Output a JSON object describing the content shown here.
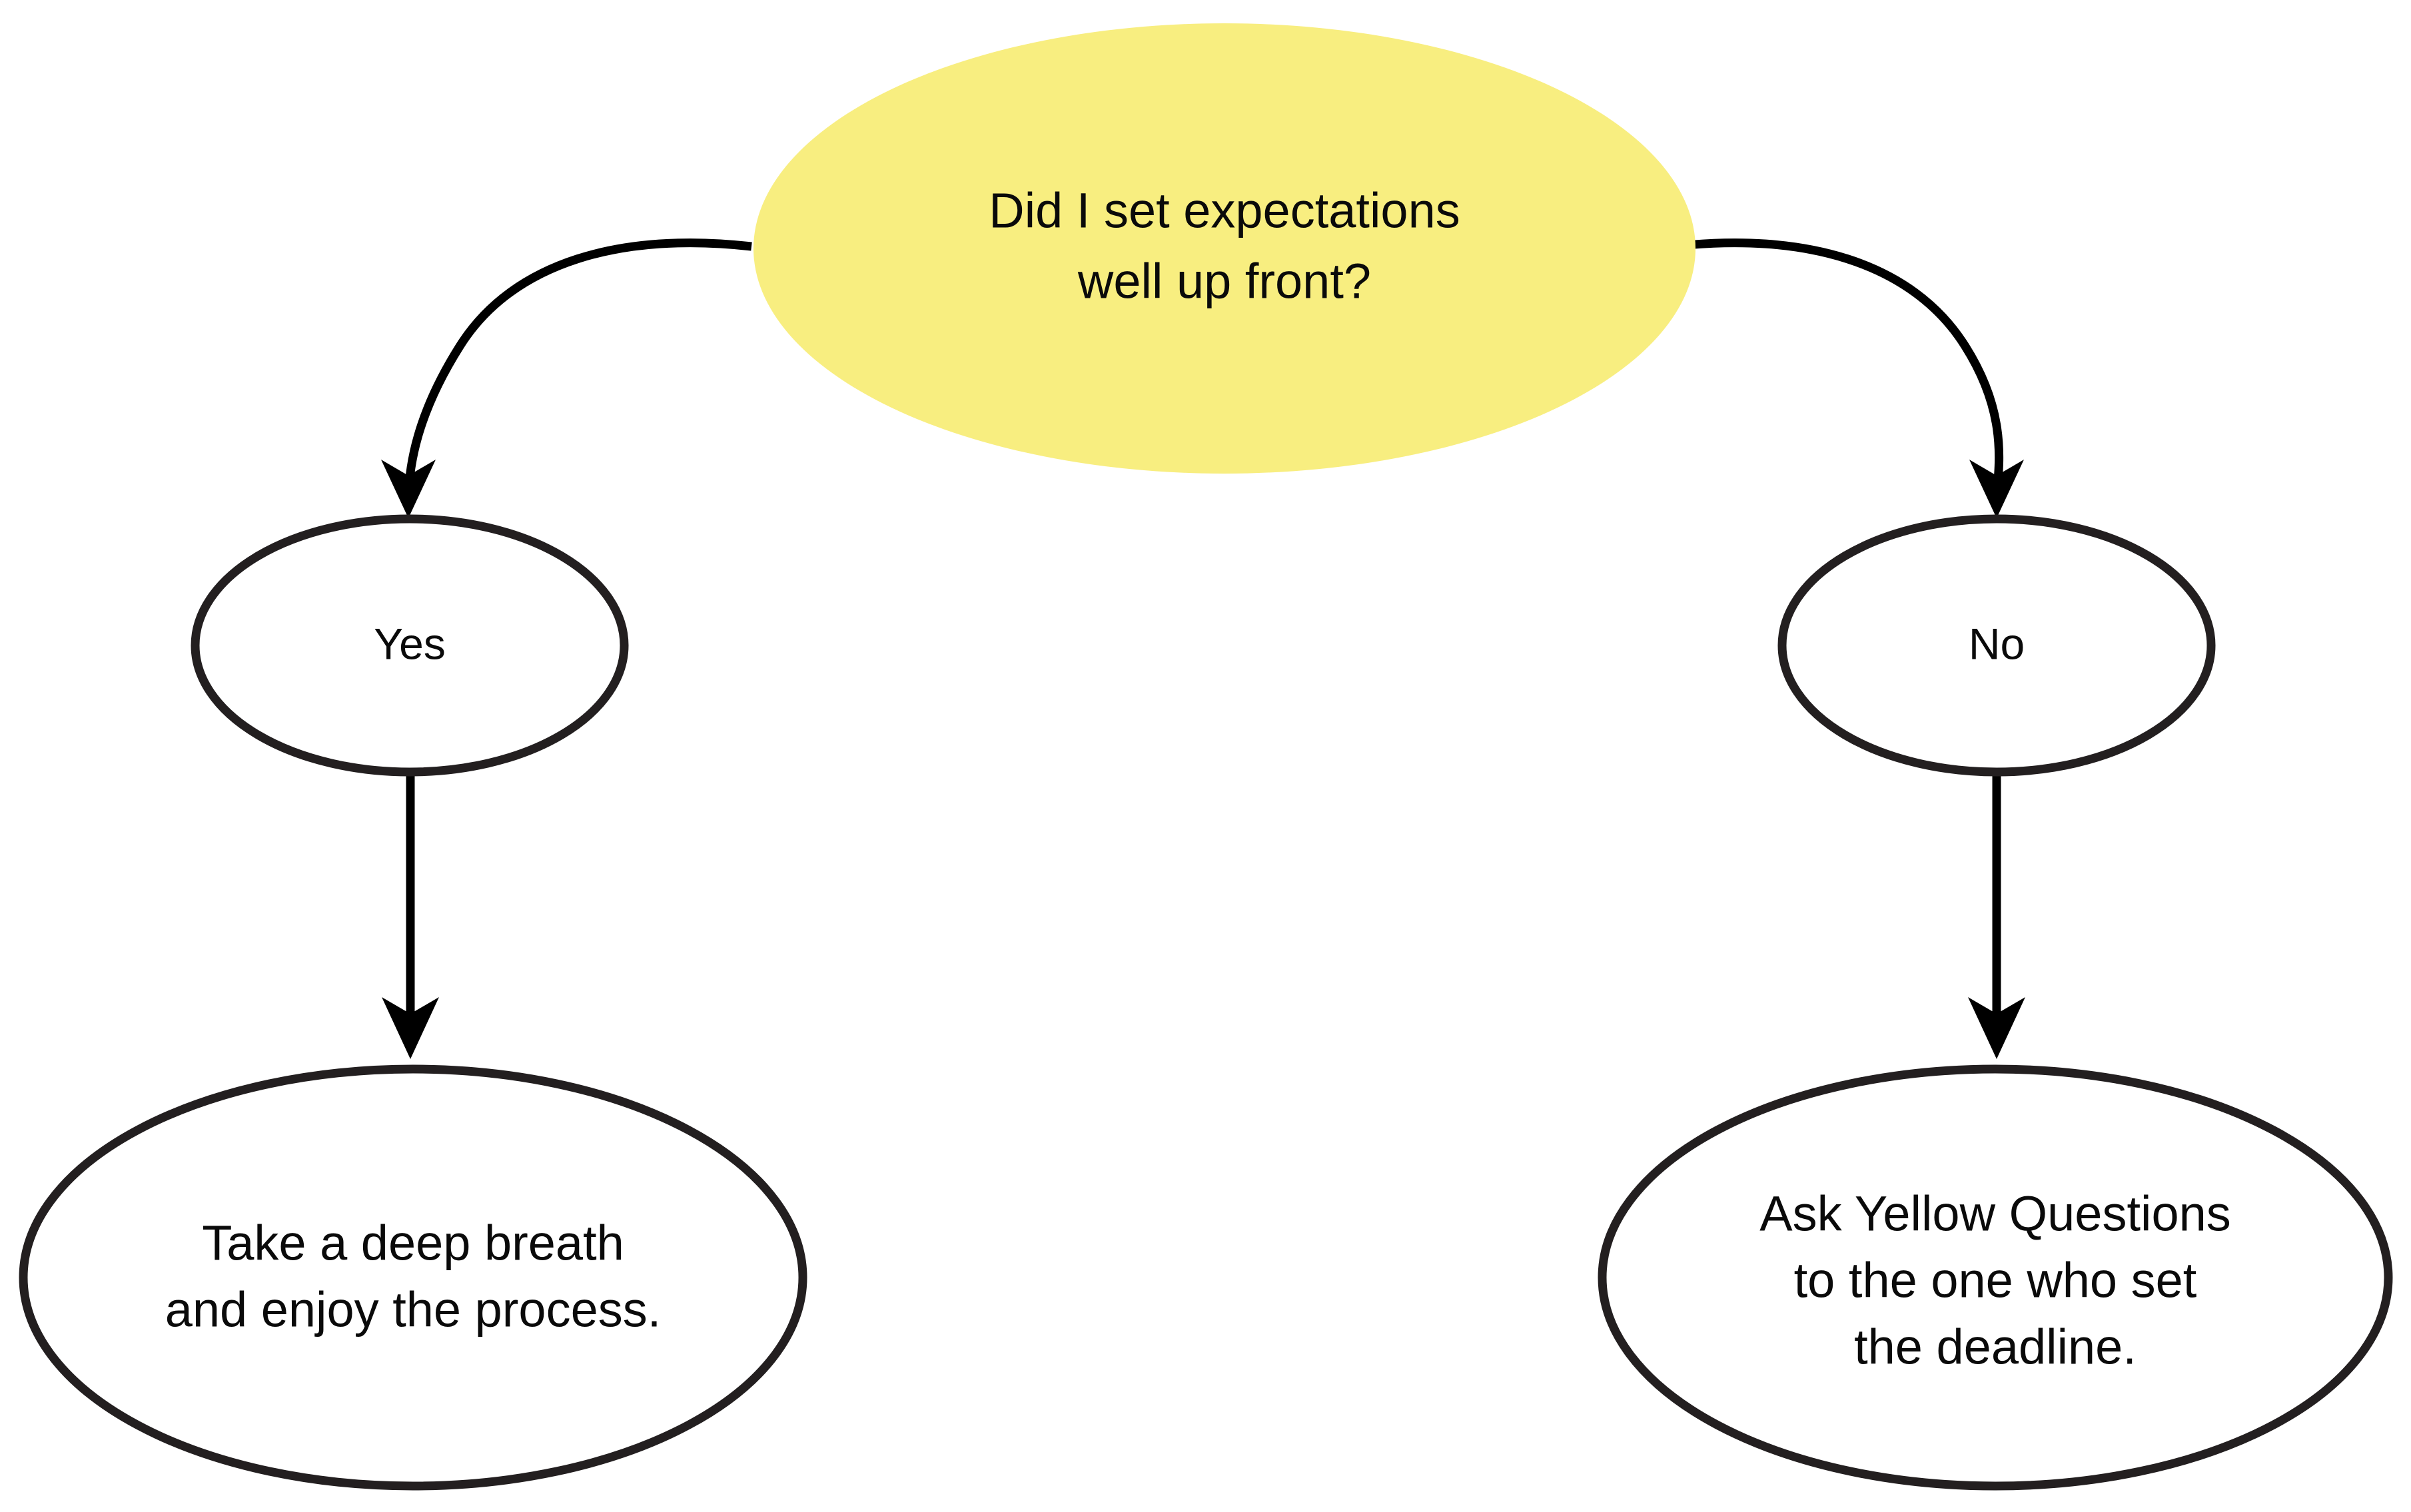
{
  "diagram": {
    "title": "Did I set expectations well up front?",
    "type": "decision-flowchart",
    "background_color": "#ffffff",
    "decision_fill_color": "#F8EE80",
    "node_outline_color": "#231f20",
    "text_color": "#0a0a0a",
    "decision": {
      "id": "decision-expectations",
      "line1": "Did I set expectations",
      "line2": "well up front?"
    },
    "branches": [
      {
        "id": "branch-yes",
        "label": "Yes",
        "outcome": {
          "id": "outcome-deep-breath",
          "line1": "Take a deep breath",
          "line2": "and enjoy the process.",
          "line3": ""
        }
      },
      {
        "id": "branch-no",
        "label": "No",
        "outcome": {
          "id": "outcome-yellow-questions",
          "line1": "Ask Yellow Questions",
          "line2": "to the one who set",
          "line3": "the deadline."
        }
      }
    ],
    "edges": [
      {
        "id": "edge-decision-to-yes",
        "from": "decision-expectations",
        "to": "branch-yes",
        "style": "curved-arrow"
      },
      {
        "id": "edge-decision-to-no",
        "from": "decision-expectations",
        "to": "branch-no",
        "style": "curved-arrow"
      },
      {
        "id": "edge-yes-to-outcome",
        "from": "branch-yes",
        "to": "outcome-deep-breath",
        "style": "straight-arrow"
      },
      {
        "id": "edge-no-to-outcome",
        "from": "branch-no",
        "to": "outcome-yellow-questions",
        "style": "straight-arrow"
      }
    ]
  }
}
